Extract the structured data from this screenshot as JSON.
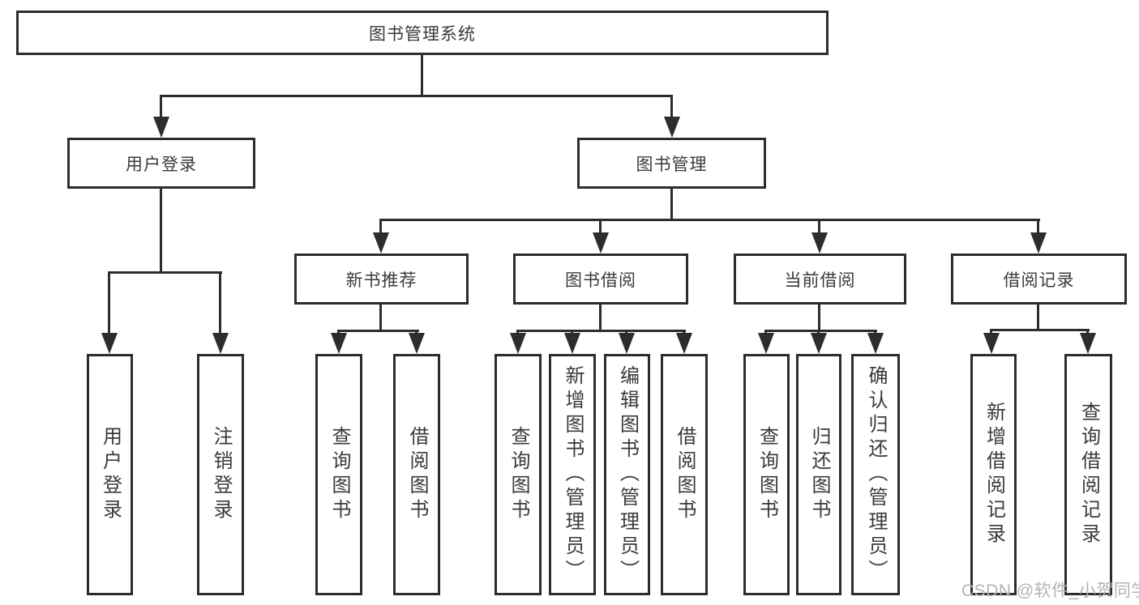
{
  "nodes": {
    "root": "图书管理系统",
    "user_login": "用户登录",
    "book_management": "图书管理",
    "user_login_leaf": "用户登录",
    "logout_leaf": "注销登录",
    "new_book_recommend": "新书推荐",
    "book_borrowing": "图书借阅",
    "current_borrowing": "当前借阅",
    "borrowing_records": "借阅记录",
    "nbr_query_books": "查询图书",
    "nbr_borrow_books": "借阅图书",
    "bb_query_books": "查询图书",
    "bb_add_books_admin": "新增图书（管理员）",
    "bb_edit_books_admin": "编辑图书（管理员）",
    "bb_borrow_books": "借阅图书",
    "cb_query_books": "查询图书",
    "cb_return_books": "归还图书",
    "cb_confirm_return_admin": "确认归还（管理员）",
    "br_add_record": "新增借阅记录",
    "br_query_record": "查询借阅记录"
  },
  "hierarchy": {
    "图书管理系统": {
      "用户登录": [
        "用户登录",
        "注销登录"
      ],
      "图书管理": {
        "新书推荐": [
          "查询图书",
          "借阅图书"
        ],
        "图书借阅": [
          "查询图书",
          "新增图书（管理员）",
          "编辑图书（管理员）",
          "借阅图书"
        ],
        "当前借阅": [
          "查询图书",
          "归还图书",
          "确认归还（管理员）"
        ],
        "借阅记录": [
          "新增借阅记录",
          "查询借阅记录"
        ]
      }
    }
  },
  "watermark": "CSDN @软件_小贺同学",
  "colors": {
    "line": "#2d2d2d",
    "text": "#3a3a3a",
    "box_background": "#ffffff",
    "watermark": "#b3b3b3",
    "page_background": "#ffffff"
  }
}
